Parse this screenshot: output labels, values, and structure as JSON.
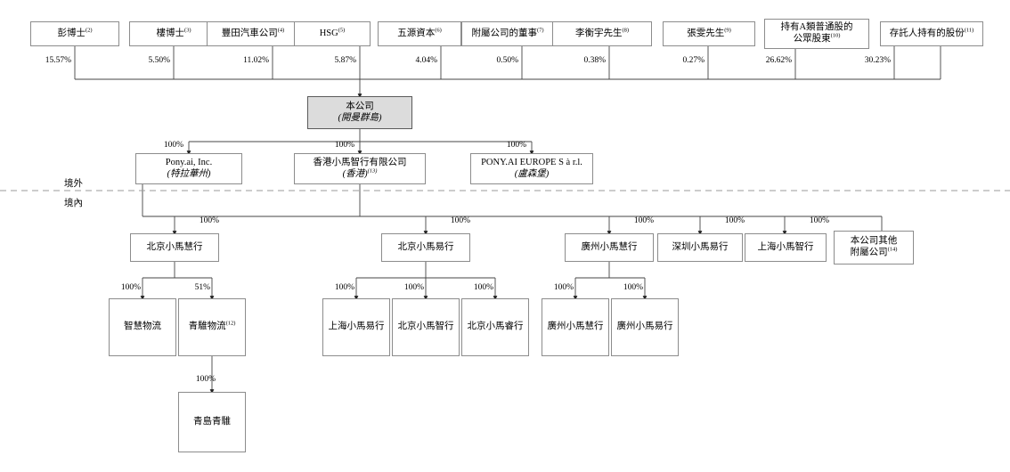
{
  "diagram": {
    "title": "Pony.ai shareholding and corporate structure chart",
    "zone_labels": {
      "offshore": "境外",
      "onshore": "境內"
    },
    "shareholders": [
      {
        "name": "彭博士",
        "sup": "(2)",
        "pct": "15.57%"
      },
      {
        "name": "樓博士",
        "sup": "(3)",
        "pct": "5.50%"
      },
      {
        "name": "豐田汽車公司",
        "sup": "(4)",
        "pct": "11.02%"
      },
      {
        "name": "HSG",
        "sup": "(5)",
        "pct": "5.87%"
      },
      {
        "name": "五源資本",
        "sup": "(6)",
        "pct": "4.04%"
      },
      {
        "name": "附屬公司的董事",
        "sup": "(7)",
        "pct": "0.50%"
      },
      {
        "name": "李衡宇先生",
        "sup": "(8)",
        "pct": "0.38%"
      },
      {
        "name": "張雯先生",
        "sup": "(9)",
        "pct": "0.27%"
      },
      {
        "name": "持有A類普通股的公眾股東",
        "name_line_1": "持有A類普通股的",
        "name_line_2": "公眾股東",
        "sup": "(10)",
        "pct": "26.62%"
      },
      {
        "name": "存託人持有的股份",
        "sup": "(11)",
        "pct": "30.23%"
      }
    ],
    "issuer": {
      "name": "本公司",
      "jurisdiction": "(開曼群島)"
    },
    "offshore_subsidiaries": [
      {
        "name": "Pony.ai, Inc.",
        "jurisdiction": "(特拉華州)",
        "pct": "100%",
        "sup": ""
      },
      {
        "name": "香港小馬智行有限公司",
        "jurisdiction": "(香港)",
        "sup": "(13)",
        "pct": "100%"
      },
      {
        "name": "PONY.AI EUROPE S à r.l.",
        "jurisdiction": "(盧森堡)",
        "pct": "100%",
        "sup": ""
      }
    ],
    "onshore_level_1": [
      {
        "name": "北京小馬慧行",
        "pct": "100%",
        "sup": ""
      },
      {
        "name": "北京小馬易行",
        "pct": "100%",
        "sup": ""
      },
      {
        "name": "廣州小馬慧行",
        "pct": "100%",
        "sup": ""
      },
      {
        "name": "深圳小馬易行",
        "pct": "100%",
        "sup": ""
      },
      {
        "name": "上海小馬智行",
        "pct": "100%",
        "sup": ""
      },
      {
        "name": "本公司其他附屬公司",
        "name_line_1": "本公司其他",
        "name_line_2": "附屬公司",
        "sup": "(14)",
        "pct": ""
      }
    ],
    "onshore_level_2": [
      {
        "name": "智慧物流",
        "pct": "100%",
        "sup": "",
        "parent": "北京小馬慧行"
      },
      {
        "name": "青騅物流",
        "pct": "51%",
        "sup": "(12)",
        "parent": "北京小馬慧行"
      },
      {
        "name": "上海小馬易行",
        "pct": "100%",
        "sup": "",
        "parent": "北京小馬易行"
      },
      {
        "name": "北京小馬智行",
        "pct": "100%",
        "sup": "",
        "parent": "北京小馬易行"
      },
      {
        "name": "北京小馬睿行",
        "pct": "100%",
        "sup": "",
        "parent": "北京小馬易行"
      },
      {
        "name": "廣州小馬慧行",
        "pct": "100%",
        "sup": "",
        "parent": "廣州小馬慧行"
      },
      {
        "name": "廣州小馬易行",
        "pct": "100%",
        "sup": "",
        "parent": "廣州小馬慧行"
      }
    ],
    "onshore_level_3": [
      {
        "name": "青島青騅",
        "pct": "100%",
        "sup": "",
        "parent": "青騅物流"
      }
    ],
    "colors": {
      "box_border": "#8c8c8c",
      "issuer_fill": "#dcdcdc",
      "connector": "#333333",
      "divider": "#999999"
    }
  }
}
